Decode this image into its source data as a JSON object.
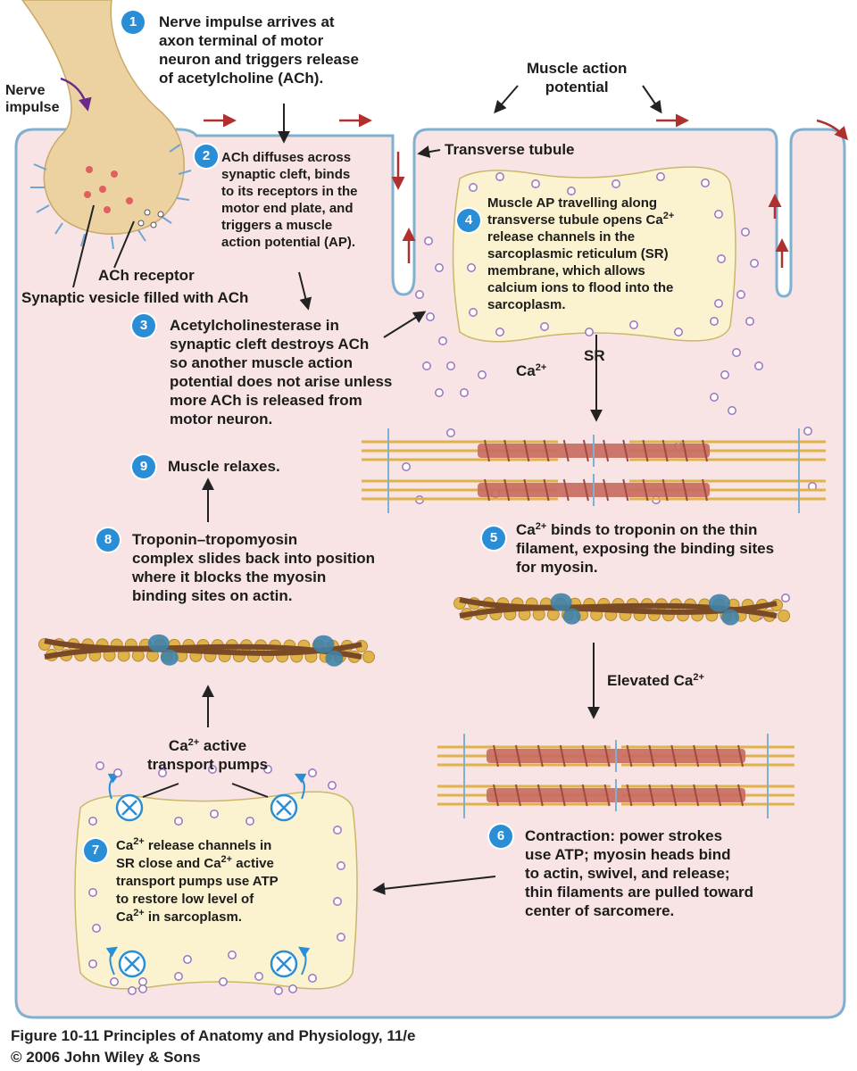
{
  "labels": {
    "nerve_impulse": "Nerve\nimpulse",
    "muscle_action_potential": "Muscle action\npotential",
    "transverse_tubule": "Transverse tubule",
    "ach_receptor": "ACh receptor",
    "synaptic_vesicle": "Synaptic vesicle filled with ACh",
    "ca_ion": "Ca",
    "ca_ion_sup": "2+",
    "sr": "SR",
    "elevated_ca": "Elevated Ca",
    "elevated_ca_sup": "2+",
    "ca_pumps_line1": "Ca",
    "ca_pumps_sup": "2+",
    "ca_pumps_line1_rest": " active",
    "ca_pumps_line2": "transport pumps"
  },
  "steps": {
    "s1": {
      "num": "1",
      "text": "Nerve impulse arrives at\naxon terminal of motor\nneuron and triggers release\nof acetylcholine (ACh)."
    },
    "s2": {
      "num": "2",
      "text": "ACh diffuses across\nsynaptic cleft, binds\nto its receptors in the\nmotor end plate, and\ntriggers a muscle\naction potential (AP)."
    },
    "s3": {
      "num": "3",
      "text": "Acetylcholinesterase in\nsynaptic cleft destroys ACh\nso another muscle action\npotential does not arise unless\nmore ACh is released from\nmotor neuron."
    },
    "s4": {
      "num": "4",
      "l1": "Muscle AP travelling along",
      "l2a": "transverse tubule opens Ca",
      "l2sup": "2+",
      "rest": "release channels in the\nsarcoplasmic reticulum (SR)\nmembrane, which allows\ncalcium ions to flood into the\nsarcoplasm."
    },
    "s5": {
      "num": "5",
      "l1a": "Ca",
      "l1sup": "2+",
      "l1b": " binds to troponin on the thin",
      "rest": "filament, exposing the binding sites\nfor myosin."
    },
    "s6": {
      "num": "6",
      "text": "Contraction: power strokes\nuse ATP; myosin heads bind\nto actin, swivel, and release;\nthin filaments are pulled toward\ncenter of sarcomere."
    },
    "s7": {
      "num": "7",
      "l1a": "Ca",
      "l1sup": "2+",
      "l1b": " release channels in",
      "l2a": "SR close and Ca",
      "l2sup": "2+",
      "l2b": " active",
      "l3": "transport pumps use ATP",
      "l4": "to restore low level of",
      "l5a": "Ca",
      "l5sup": "2+",
      "l5b": " in sarcoplasm."
    },
    "s8": {
      "num": "8",
      "text": "Troponin–tropomyosin\ncomplex slides back into position\nwhere it blocks the myosin\nbinding sites on actin."
    },
    "s9": {
      "num": "9",
      "text": "Muscle relaxes."
    }
  },
  "caption": {
    "line1": "Figure 10-11  Principles of Anatomy and Physiology, 11/e",
    "line2": "© 2006 John Wiley & Sons"
  },
  "colors": {
    "sarcoplasm": "#f8e4e4",
    "membrane": "#7fb0cf",
    "sr_fill": "#fbf3cf",
    "ca_ion": "#9a73c4",
    "badge": "#2a8ed6",
    "actin": "#7a4a26",
    "bead": "#e0b24a",
    "myosin": "#c86a5e",
    "troponin": "#3f82a8",
    "red_arrow": "#b03030"
  }
}
